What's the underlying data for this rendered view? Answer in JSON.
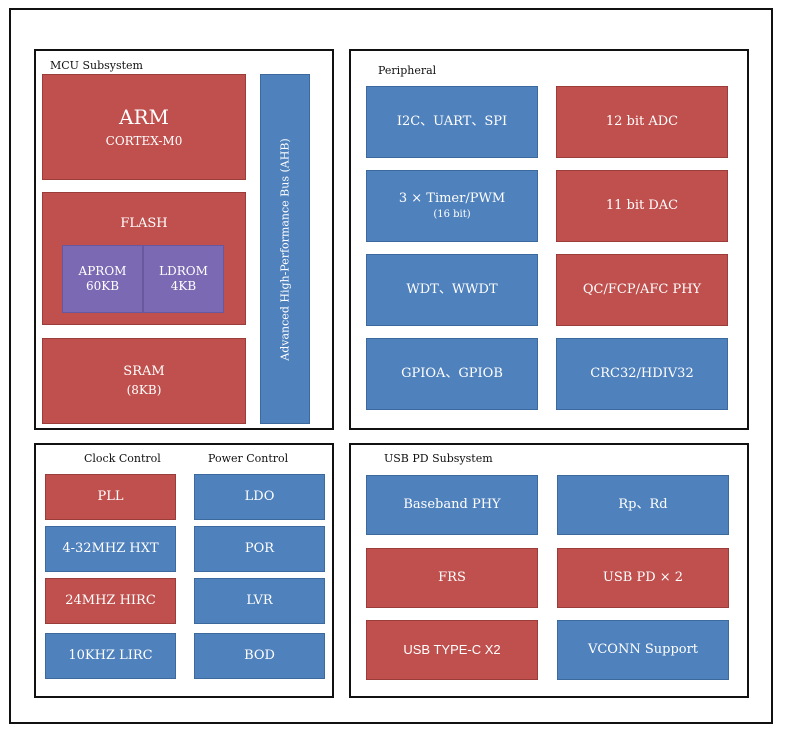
{
  "mcu": {
    "title": "MCU Subsystem",
    "arm": {
      "name": "ARM",
      "sub": "CORTEX-M0"
    },
    "flash": {
      "title": "FLASH",
      "aprom": {
        "name": "APROM",
        "size": "60KB"
      },
      "ldrom": {
        "name": "LDROM",
        "size": "4KB"
      }
    },
    "sram": {
      "name": "SRAM",
      "size": "(8KB)"
    },
    "bus": "Advanced High-Performance Bus (AHB)"
  },
  "peripheral": {
    "title": "Peripheral",
    "i2c": "I2C、UART、SPI",
    "adc": "12 bit ADC",
    "timer": {
      "name": "3 × Timer/PWM",
      "sub": "(16 bit)"
    },
    "dac": "11 bit DAC",
    "wdt": "WDT、WWDT",
    "qc": "QC/FCP/AFC PHY",
    "gpio": "GPIOA、GPIOB",
    "crc": "CRC32/HDIV32"
  },
  "clock": {
    "title": "Clock Control",
    "pll": "PLL",
    "hxt": "4-32MHZ HXT",
    "hirc": "24MHZ HIRC",
    "lirc": "10KHZ LIRC"
  },
  "power": {
    "title": "Power Control",
    "ldo": "LDO",
    "por": "POR",
    "lvr": "LVR",
    "bod": "BOD"
  },
  "usbpd": {
    "title": "USB PD Subsystem",
    "baseband": "Baseband PHY",
    "rprd": "Rp、Rd",
    "frs": "FRS",
    "pdx2": "USB PD × 2",
    "typec": "USB TYPE-C X2",
    "vconn": "VCONN Support"
  },
  "colors": {
    "red": "#c0504d",
    "blue": "#4f81bd",
    "purple": "#7b69b4"
  }
}
